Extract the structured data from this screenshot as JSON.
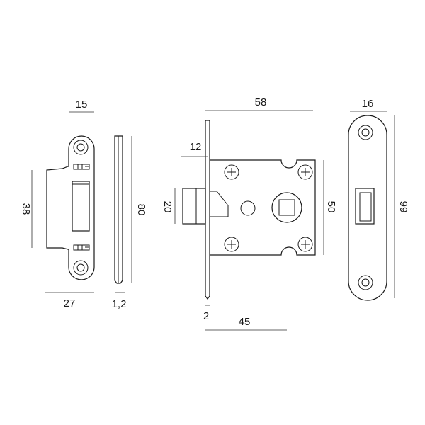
{
  "dimensions": {
    "strike_width": "15",
    "strike_height": "38",
    "strike_total_width": "27",
    "plate_length": "80",
    "plate_thickness": "1,2",
    "lock_depth": "58",
    "faceplate_offset": "12",
    "latch_height": "20",
    "body_height": "50",
    "faceplate_thickness": "2",
    "backset": "45",
    "faceplate_width": "16",
    "faceplate_length": "99"
  }
}
